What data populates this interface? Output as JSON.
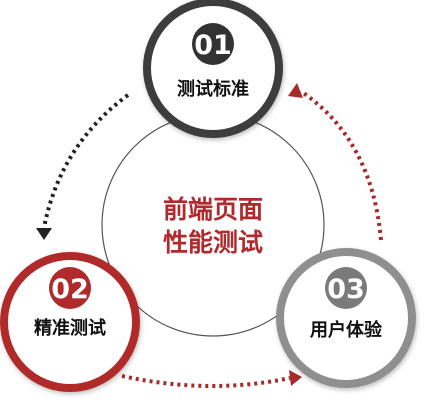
{
  "center": {
    "line1": "前端页面",
    "line2": "性能测试"
  },
  "nodes": [
    {
      "number": "01",
      "label": "测试标准"
    },
    {
      "number": "02",
      "label": "精准测试"
    },
    {
      "number": "03",
      "label": "用户体验"
    }
  ],
  "colors": {
    "node1_ring": "#3d3d3d",
    "node1_badge": "#333333",
    "node2_ring": "#b02a2c",
    "node2_badge": "#b02a2c",
    "node3_ring": "#8f8f8f",
    "node3_badge": "#7a7a7a",
    "center_text": "#b02a2c",
    "center_ring": "#555555",
    "arrow_dark": "#222222",
    "arrow_red": "#a52a2a"
  }
}
